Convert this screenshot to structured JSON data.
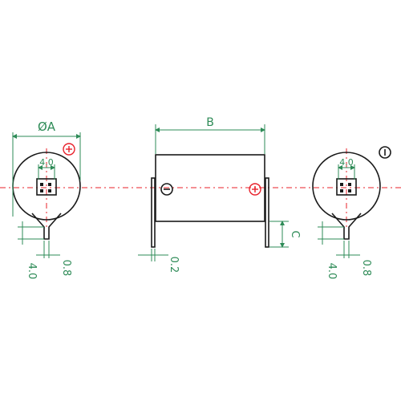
{
  "dimensions": {
    "diameter_label": "ØA",
    "length_label": "B",
    "offset_label": "C",
    "pin_spacing_label": "4.0",
    "pin_height_label": "4.0",
    "pin_width_label": "0.8",
    "tab_thickness_label": "0.2"
  },
  "polarity": {
    "positive_symbol": "⊕",
    "negative_symbol": "⊖"
  },
  "colors": {
    "outline": "#1a1a1a",
    "dimension": "#2e8b57",
    "centerline": "#e8202a"
  }
}
